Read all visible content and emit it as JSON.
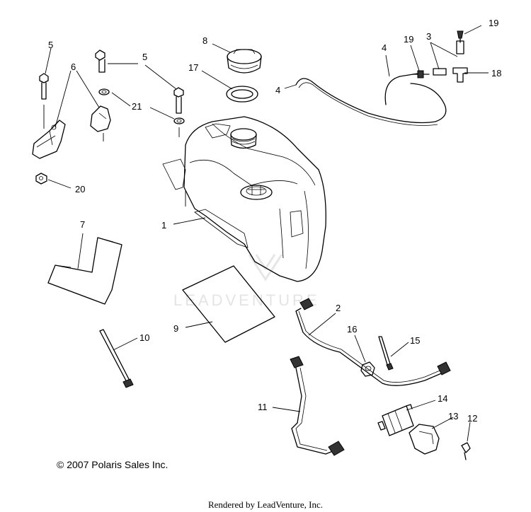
{
  "watermark": "LEADVENTURE",
  "copyright": "© 2007 Polaris Sales Inc.",
  "rendered_by": "Rendered by LeadVenture, Inc.",
  "callouts": {
    "c1": "1",
    "c2": "2",
    "c3": "3",
    "c4a": "4",
    "c4b": "4",
    "c5a": "5",
    "c5b": "5",
    "c6": "6",
    "c7": "7",
    "c8": "8",
    "c9": "9",
    "c10": "10",
    "c11": "11",
    "c12": "12",
    "c13": "13",
    "c14": "14",
    "c15": "15",
    "c16": "16",
    "c17": "17",
    "c18": "18",
    "c19a": "19",
    "c19b": "19",
    "c20": "20",
    "c21": "21"
  }
}
